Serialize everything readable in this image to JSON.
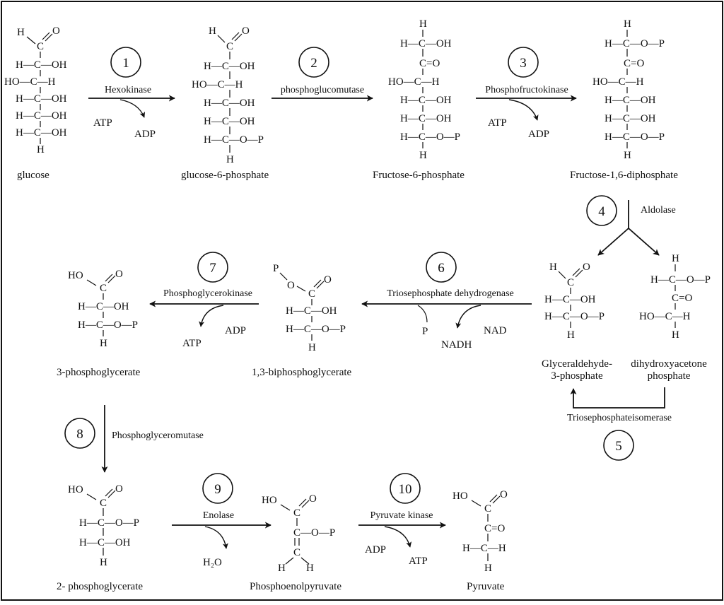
{
  "steps": [
    {
      "number": "1",
      "enzyme": "Hexokinase",
      "cofactor_in": "ATP",
      "cofactor_out": "ADP"
    },
    {
      "number": "2",
      "enzyme": "phosphoglucomutase"
    },
    {
      "number": "3",
      "enzyme": "Phosphofructokinase",
      "cofactor_in": "ATP",
      "cofactor_out": "ADP"
    },
    {
      "number": "4",
      "enzyme": "Aldolase"
    },
    {
      "number": "5",
      "enzyme": "Triosephosphateisomerase"
    },
    {
      "number": "6",
      "enzyme": "Triosephosphate dehydrogenase",
      "cofactor_in": "NAD",
      "cofactor_out": "NADH",
      "extra": "P"
    },
    {
      "number": "7",
      "enzyme": "Phosphoglycerokinase",
      "cofactor_in": "ADP",
      "cofactor_out": "ATP"
    },
    {
      "number": "8",
      "enzyme": "Phosphoglyceromutase"
    },
    {
      "number": "9",
      "enzyme": "Enolase",
      "byproduct": "H₂O"
    },
    {
      "number": "10",
      "enzyme": "Pyruvate kinase",
      "cofactor_in": "ADP",
      "cofactor_out": "ATP"
    }
  ],
  "compounds": {
    "glucose": "glucose",
    "g6p": "glucose-6-phosphate",
    "f6p": "Fructose-6-phosphate",
    "f16dp": "Fructose-1,6-diphosphate",
    "g3p_line1": "Glyceraldehyde-",
    "g3p_line2": "3-phosphate",
    "dhap_line1": "dihydroxyacetone",
    "dhap_line2": "phosphate",
    "bpg": "1,3-biphosphoglycerate",
    "pg3": "3-phosphoglycerate",
    "pg2": "2- phosphoglycerate",
    "pep": "Phosphoenolpyruvate",
    "pyruvate": "Pyruvate"
  },
  "structures": {
    "glucose": [
      "C=O",
      "H—C—OH",
      "HO—C—H",
      "H—C—OH",
      "H—C—OH",
      "H—C—OH",
      "H"
    ],
    "g6p": [
      "C=O",
      "H—C—OH",
      "HO—C—H",
      "H—C—OH",
      "H—C—OH",
      "H—C—O—P",
      "H"
    ],
    "f6p": [
      "H",
      "H—C—OH",
      "C=O",
      "HO—C—H",
      "H—C—OH",
      "H—C—OH",
      "H—C—O—P",
      "H"
    ],
    "f16dp": [
      "H",
      "H—C—O—P",
      "C=O",
      "HO—C—H",
      "H—C—OH",
      "H—C—OH",
      "H—C—O—P",
      "H"
    ]
  }
}
